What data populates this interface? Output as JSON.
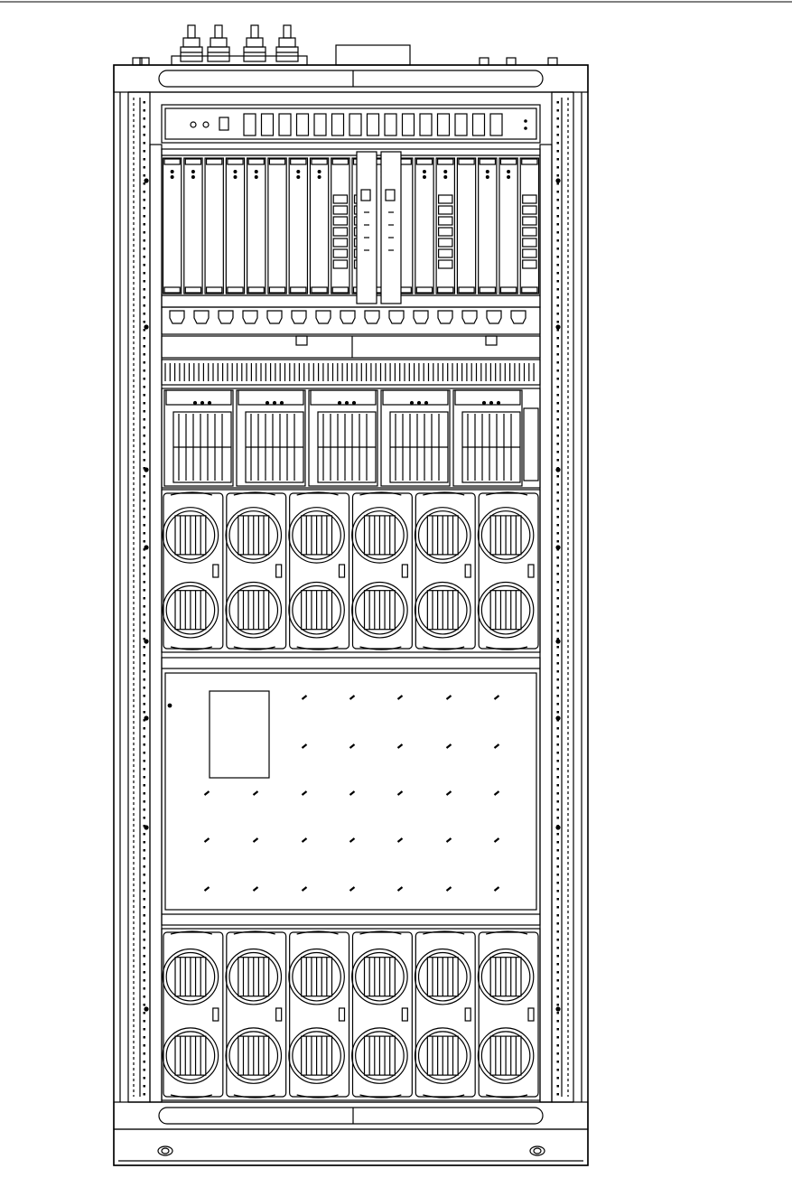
{
  "figure": {
    "subject": "equipment-cabinet-front-view",
    "line_color": "#000000",
    "background_color": "#ffffff"
  },
  "sections": [
    {
      "id": "top-cable-entry",
      "connectors": 4
    },
    {
      "id": "board-cage",
      "slots": 18,
      "labeled_boards": 2
    },
    {
      "id": "power-module-row",
      "modules": 5
    },
    {
      "id": "upper-fan-bank",
      "fan_modules": 6,
      "fans_per_module": 2
    },
    {
      "id": "blank-panel"
    },
    {
      "id": "lower-fan-bank",
      "fan_modules": 6,
      "fans_per_module": 2
    }
  ]
}
